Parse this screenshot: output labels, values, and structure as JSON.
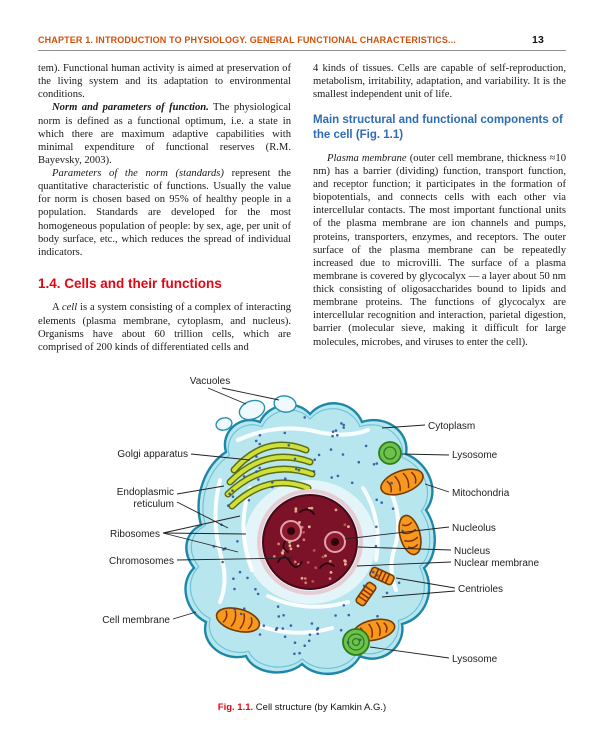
{
  "header": {
    "chapter_title": "CHAPTER 1.  INTRODUCTION TO PHYSIOLOGY. GENERAL FUNCTIONAL CHARACTERISTICS...",
    "page_number": "13"
  },
  "left_column": {
    "para1": "tem). Functional human activity is aimed at preservation of the living system and its adaptation to environmental conditions.",
    "para2_lead": "Norm and parameters of function.",
    "para2_rest": " The physiological norm is defined as a functional optimum, i.e. a state in which there are maximum adaptive capabilities with minimal expenditure of functional reserves (R.M. Bayevsky, 2003).",
    "para3_lead": "Parameters of the norm (standards)",
    "para3_rest": " represent the quantitative characteristic of functions. Usually the value for norm is chosen based on 95% of healthy people in a population. Standards are developed for the most homogeneous population of people: by sex, age, per unit of body surface, etc., which reduces the spread of individual indicators.",
    "section_heading": "1.4. Cells and their functions",
    "para4_pre": "A ",
    "para4_italic": "cell",
    "para4_rest": " is a system consisting of a complex of interacting elements (plasma membrane, cytoplasm, and nucleus). Organisms have about 60 trillion cells, which are comprised of 200 kinds of differentiated cells and"
  },
  "right_column": {
    "para1": "4 kinds of tissues. Cells are capable of self-reproduction, metabolism, irritability, adaptation, and variability. It is the smallest independent unit of life.",
    "subheading": "Main structural and functional components of the cell (Fig. 1.1)",
    "para2_lead": "Plasma membrane",
    "para2_rest": " (outer cell membrane, thickness ≈10 nm) has a barrier (dividing) function, transport function, and receptor function; it participates in the formation of biopotentials, and connects cells with each other via intercellular contacts. The most important functional units of the plasma membrane are ion channels and pumps, proteins, transporters, enzymes, and receptors. The outer surface of the plasma membrane can be repeatedly increased due to microvilli. The surface of a plasma membrane is covered by glycocalyx — a layer about 50 nm thick consisting of oligosaccharides bound to lipids and membrane proteins. The functions of glycocalyx are intercellular recognition and interaction, parietal digestion, barrier (molecular sieve, making it difficult for large molecules, microbes, and viruses to enter the cell)."
  },
  "figure": {
    "caption_label": "Fig. 1.1.",
    "caption_text": " Cell structure (by Kamkin A.G.)",
    "labels": {
      "vacuoles": "Vacuoles",
      "cytoplasm": "Cytoplasm",
      "golgi": "Golgi apparatus",
      "lysosome_top": "Lysosome",
      "er_line1": "Endoplasmic",
      "er_line2": "reticulum",
      "mitochondria": "Mitochondria",
      "ribosomes": "Ribosomes",
      "nucleolus": "Nucleolus",
      "chromosomes": "Chromosomes",
      "nucleus": "Nucleus",
      "nuclear_membrane": "Nuclear membrane",
      "centrioles": "Centrioles",
      "cell_membrane": "Cell membrane",
      "lysosome_bottom": "Lysosome"
    }
  },
  "colors": {
    "header_orange": "#d2500a",
    "accent_red": "#e30613",
    "accent_blue": "#2e6db5",
    "cell_fill": "#b7e6ef",
    "cell_stroke": "#1d87a8",
    "nucleus_fill": "#7c1228",
    "mito_fill": "#f59a1e",
    "lysosome_fill": "#6cc24a",
    "golgi_fill": "#cfe03a"
  }
}
